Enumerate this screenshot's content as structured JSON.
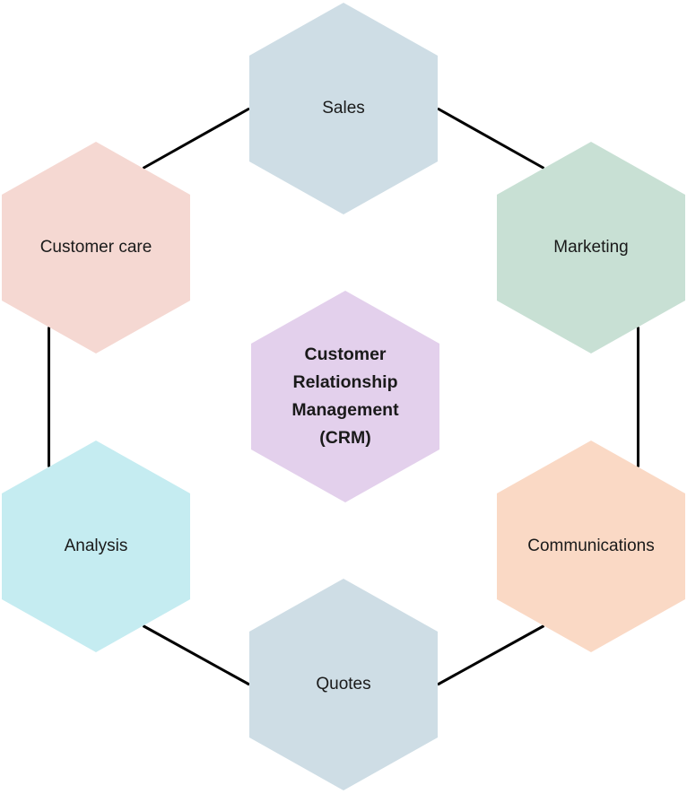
{
  "diagram": {
    "connector_color": "#000000",
    "text_color": "#1a1a1a",
    "background_color": "#ffffff"
  },
  "center": {
    "label": "Customer Relationship Management (CRM)",
    "color": "#e3d0ec"
  },
  "nodes": {
    "sales": {
      "label": "Sales",
      "color": "#cedde5"
    },
    "marketing": {
      "label": "Marketing",
      "color": "#c8e0d4"
    },
    "communications": {
      "label": "Communications",
      "color": "#fad9c5"
    },
    "quotes": {
      "label": "Quotes",
      "color": "#cedde5"
    },
    "analysis": {
      "label": "Analysis",
      "color": "#c5ecf1"
    },
    "customer_care": {
      "label": "Customer care",
      "color": "#f5d8d2"
    }
  }
}
